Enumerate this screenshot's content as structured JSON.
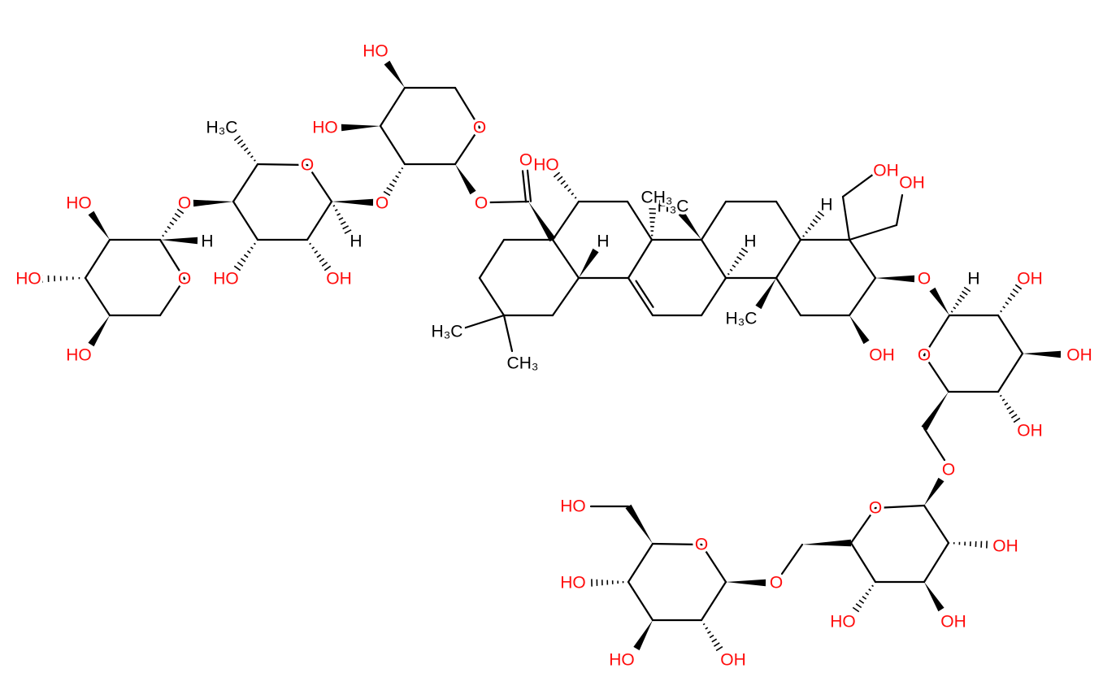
{
  "colors": {
    "bond": "#000000",
    "heteroatom": "#ff0d0d",
    "background": "#ffffff"
  },
  "labels": [
    "HO",
    "HO",
    "HO",
    "O",
    "H",
    "O",
    "H₃C",
    "O",
    "HO",
    "OH",
    "H",
    "O",
    "HO",
    "HO",
    "O",
    "O",
    "O",
    "HO",
    "H",
    "H₃C",
    "CH₃",
    "H",
    "H₃C",
    "H₃C",
    "CH₃",
    "H",
    "OH",
    "OH",
    "O",
    "OH",
    "H",
    "OH",
    "O",
    "OH",
    "OH",
    "O",
    "O",
    "OH",
    "HO",
    "OH",
    "O",
    "O",
    "HO",
    "HO",
    "HO",
    "OH"
  ]
}
